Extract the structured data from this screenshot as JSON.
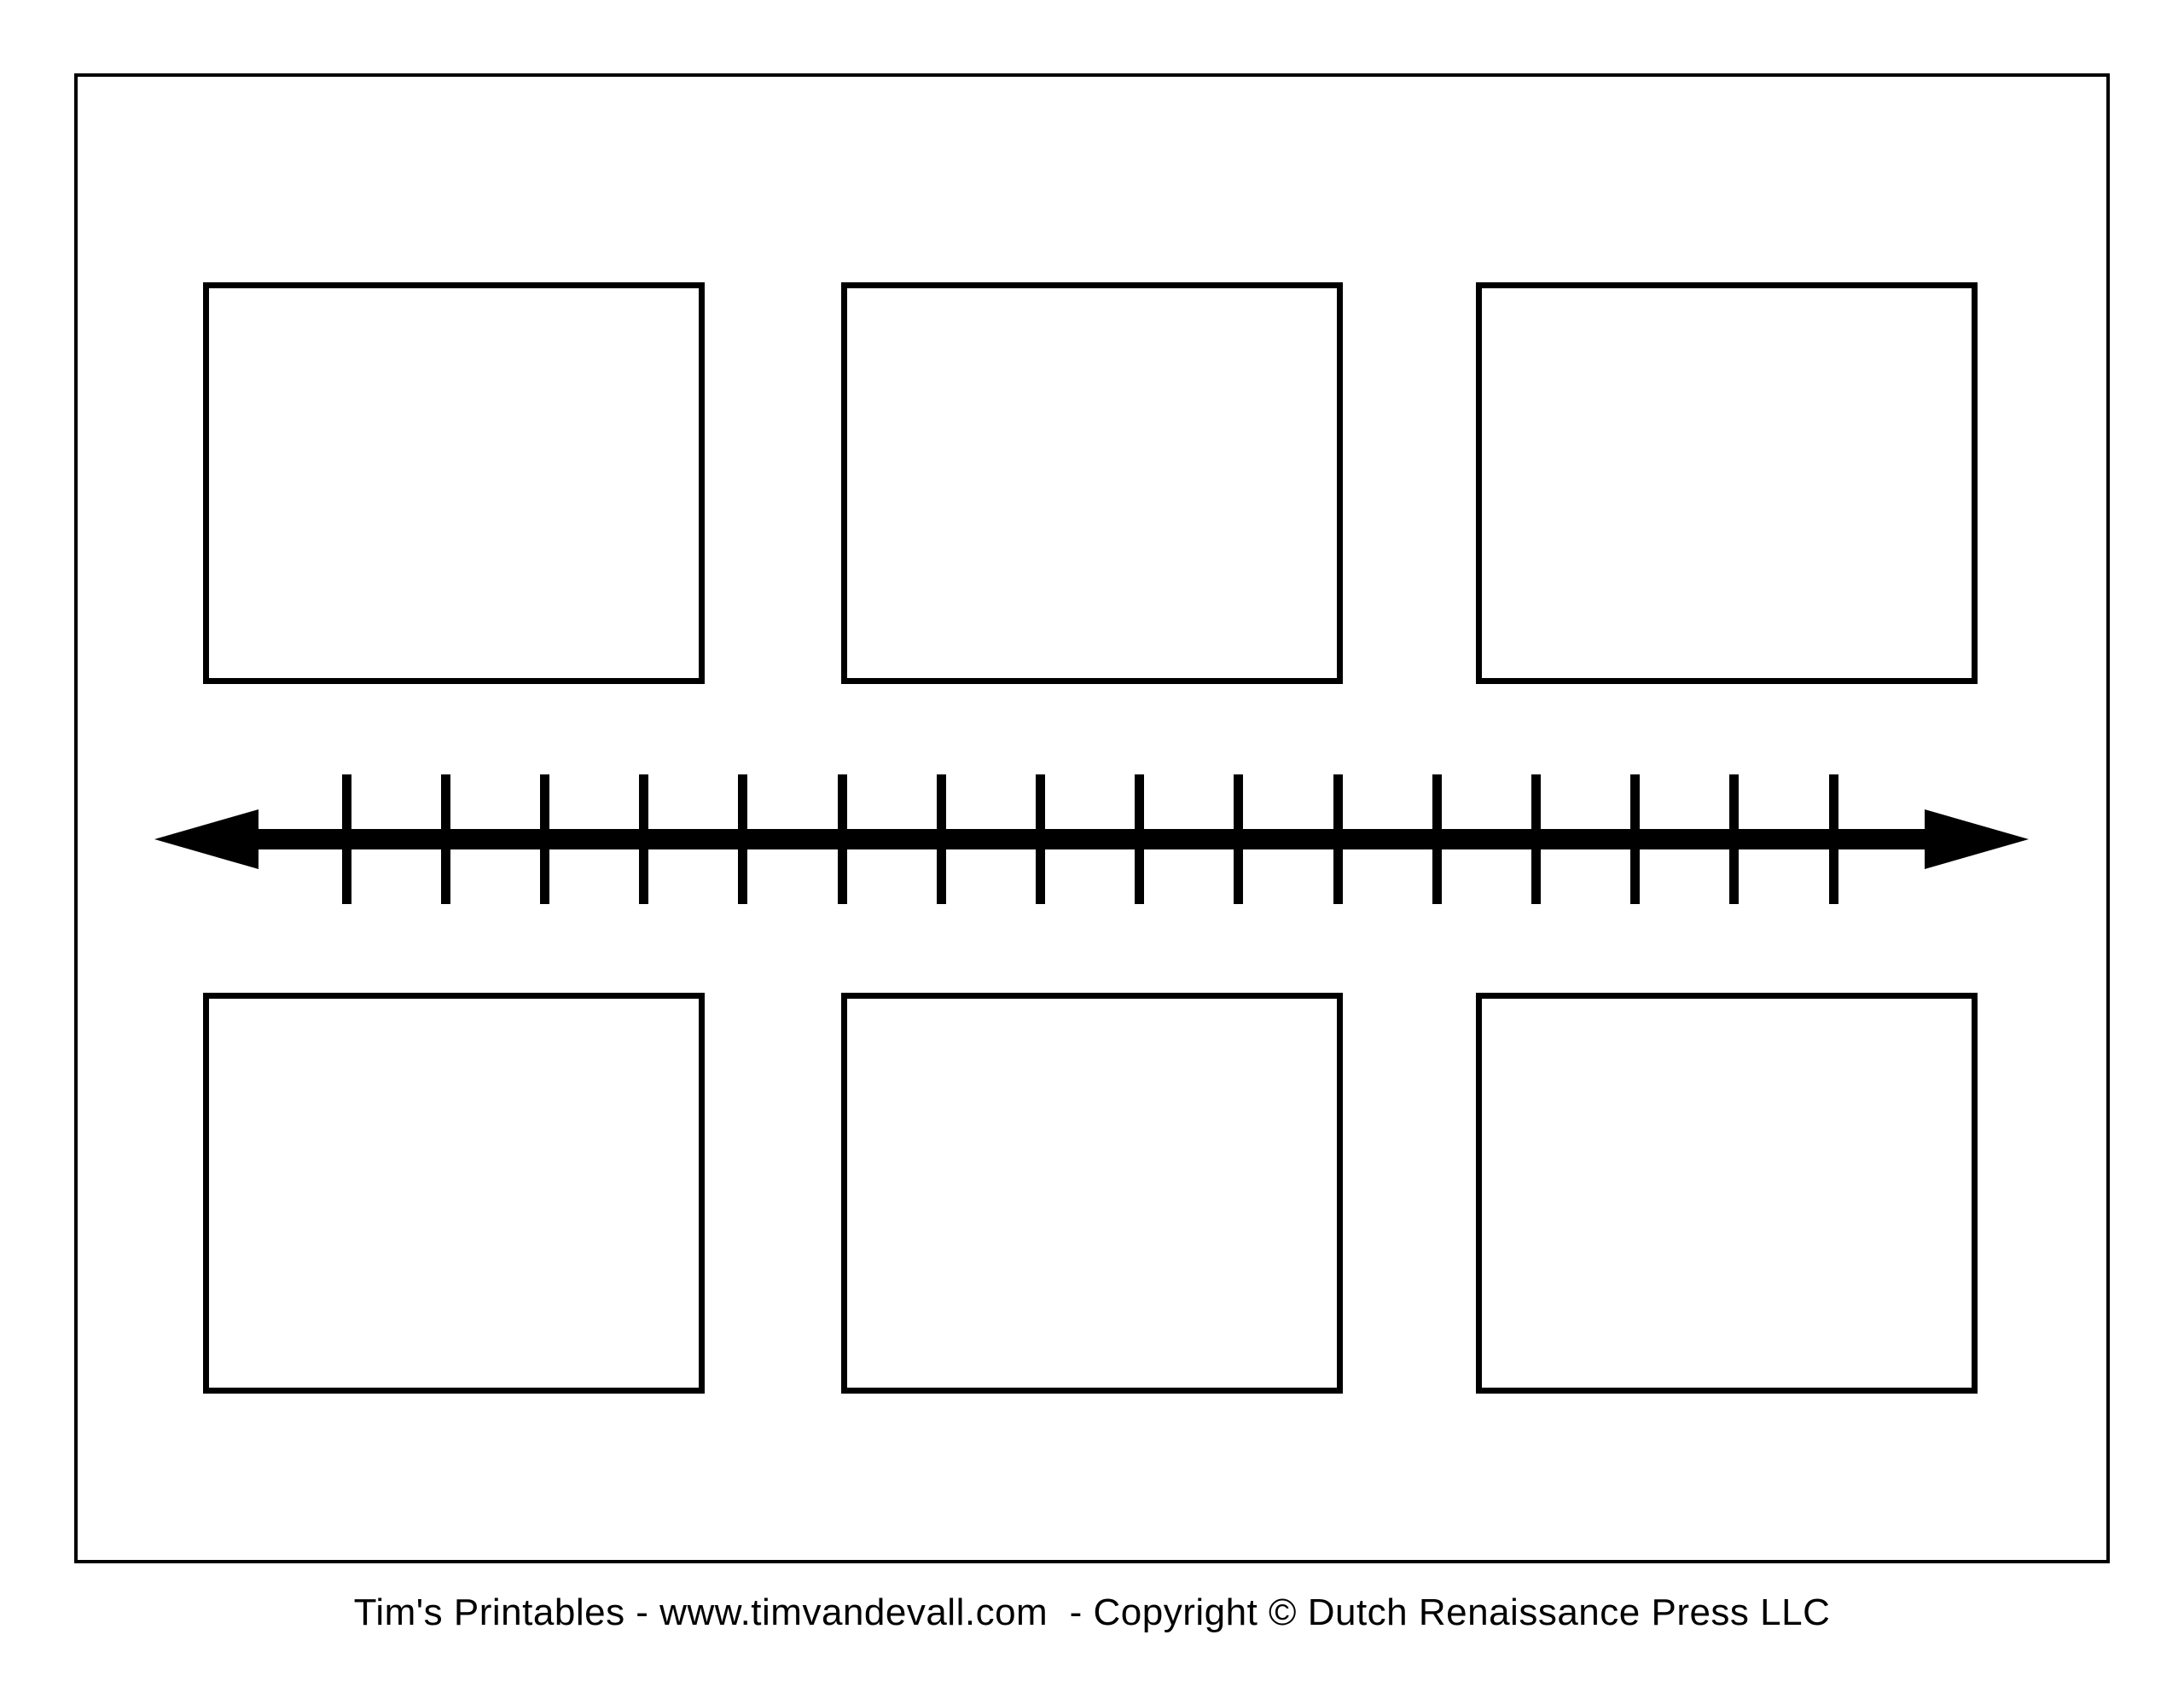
{
  "document": {
    "paper_color": "#ffffff",
    "ink_color": "#000000"
  },
  "timeline": {
    "tick_count": 16,
    "event_box_rows": 2,
    "event_boxes_per_row": 3
  },
  "footer": {
    "credit_text": "Tim's Printables - www.timvandevall.com  - Copyright © Dutch Renaissance Press LLC"
  }
}
